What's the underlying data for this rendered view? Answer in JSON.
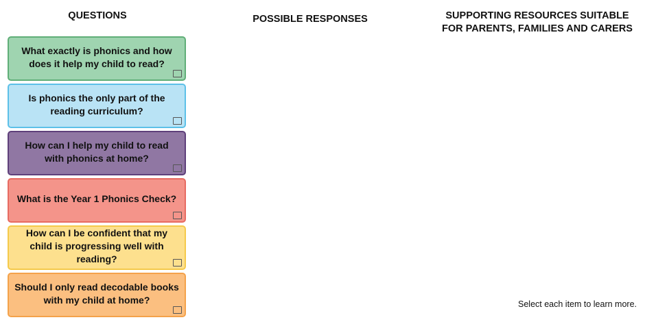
{
  "headings": {
    "questions": "QUESTIONS",
    "responses": "POSSIBLE RESPONSES",
    "resources_line1": "SUPPORTING RESOURCES SUITABLE",
    "resources_line2": "FOR PARENTS, FAMILIES AND CARERS"
  },
  "questions": [
    {
      "text": "What exactly is phonics and how does it help my child to read?",
      "bg": "#9fd4b0",
      "border": "#5fae77"
    },
    {
      "text": "Is phonics the only part of the reading curriculum?",
      "bg": "#b9e3f5",
      "border": "#5cc0e8"
    },
    {
      "text": "How can I help my child to read with phonics at home?",
      "bg": "#9077a3",
      "border": "#5e3f7a"
    },
    {
      "text": "What is the Year 1 Phonics Check?",
      "bg": "#f4948a",
      "border": "#e76a61"
    },
    {
      "text": "How can I be confident that my child is progressing well with reading?",
      "bg": "#fde08e",
      "border": "#f5c94a"
    },
    {
      "text": "Should I only read decodable books with my child at home?",
      "bg": "#fbbf80",
      "border": "#f4a24a"
    }
  ],
  "footer_hint": "Select each item to learn more."
}
